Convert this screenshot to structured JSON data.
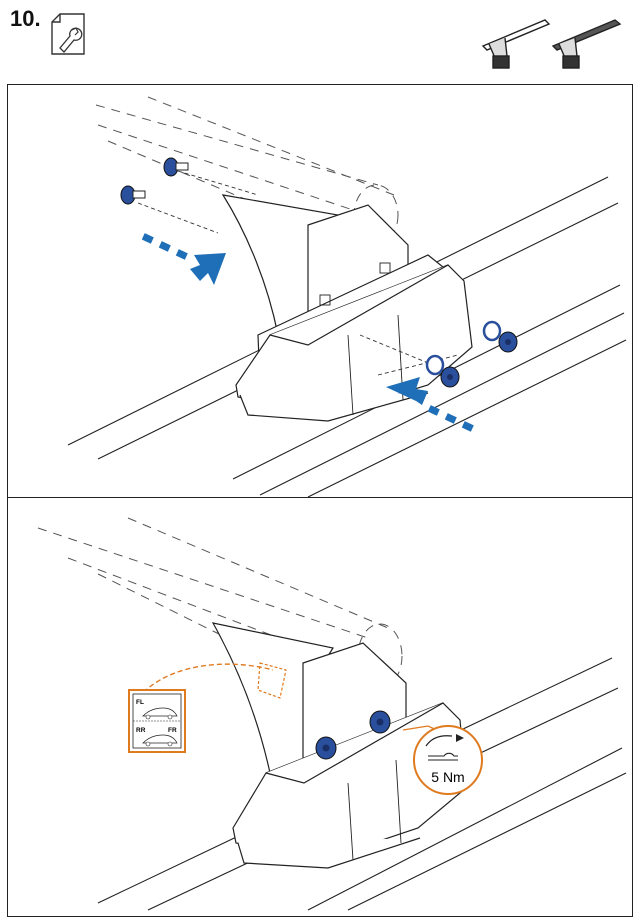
{
  "step": {
    "number": "10."
  },
  "icons": {
    "tool": "wrench-document-icon",
    "product": "roof-bars-icon",
    "bolt": "bolt-icon",
    "washer": "washer-icon",
    "nut": "nut-icon",
    "arrow": "dotted-arrow-icon",
    "torque": "torque-wrench-icon"
  },
  "torque": {
    "value": "5 Nm"
  },
  "position_label": {
    "front_left": "FL",
    "front_right": "FR",
    "rear_right": "RR"
  },
  "colors": {
    "accent_blue": "#1f6fb8",
    "nut_blue": "#2a4f9c",
    "highlight_orange": "#e07a1f",
    "line": "#222222",
    "dashed": "#555555"
  }
}
